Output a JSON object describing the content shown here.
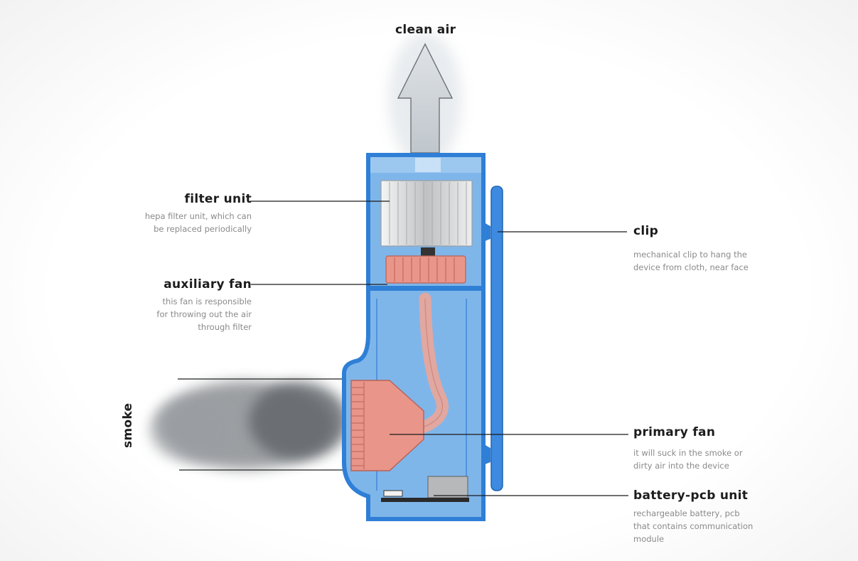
{
  "diagram": {
    "top_label": "clean air",
    "side_label": "smoke",
    "callouts": {
      "filter_unit": {
        "title": "filter unit",
        "lines": [
          "hepa filter unit, which can",
          "be replaced periodically"
        ]
      },
      "auxiliary_fan": {
        "title": "auxiliary fan",
        "lines": [
          "this fan is responsible",
          "for throwing out the air",
          "through filter"
        ]
      },
      "clip": {
        "title": "clip",
        "lines": [
          "mechanical clip to hang the",
          "device from cloth, near face"
        ]
      },
      "primary_fan": {
        "title": "primary fan",
        "lines": [
          "it will suck in the smoke or",
          "dirty air into the device"
        ]
      },
      "battery_pcb": {
        "title": "battery-pcb unit",
        "lines": [
          "rechargeable battery, pcb",
          "that contains communication",
          "module"
        ]
      }
    },
    "colors": {
      "casing": "#2f7fd6",
      "casing_fill": "#7fb6ea",
      "fan": "#e9958a",
      "filter": "#c9c9c9",
      "smoke": "#6b6f73",
      "leader_line": "#1a1a1a"
    }
  }
}
